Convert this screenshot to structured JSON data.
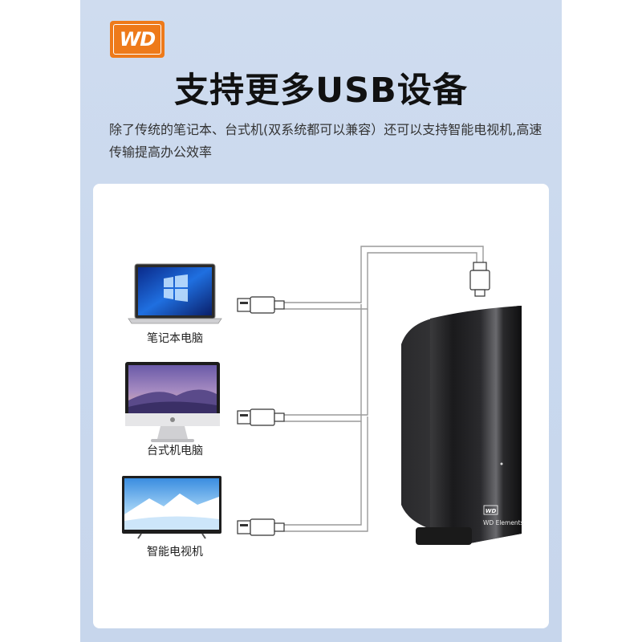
{
  "brand": {
    "logo_text": "WD",
    "accent_color": "#ee7a1a"
  },
  "header": {
    "title": "支持更多USB设备",
    "subtitle": "除了传统的笔记本、台式机(双系统都可以兼容）还可以支持智能电视机,高速传输提高办公效率"
  },
  "devices": [
    {
      "label": "笔记本电脑",
      "icon": "laptop-icon"
    },
    {
      "label": "台式机电脑",
      "icon": "desktop-monitor-icon"
    },
    {
      "label": "智能电视机",
      "icon": "smart-tv-icon"
    }
  ],
  "drive": {
    "badge": "WD",
    "model": "WD Elements"
  }
}
